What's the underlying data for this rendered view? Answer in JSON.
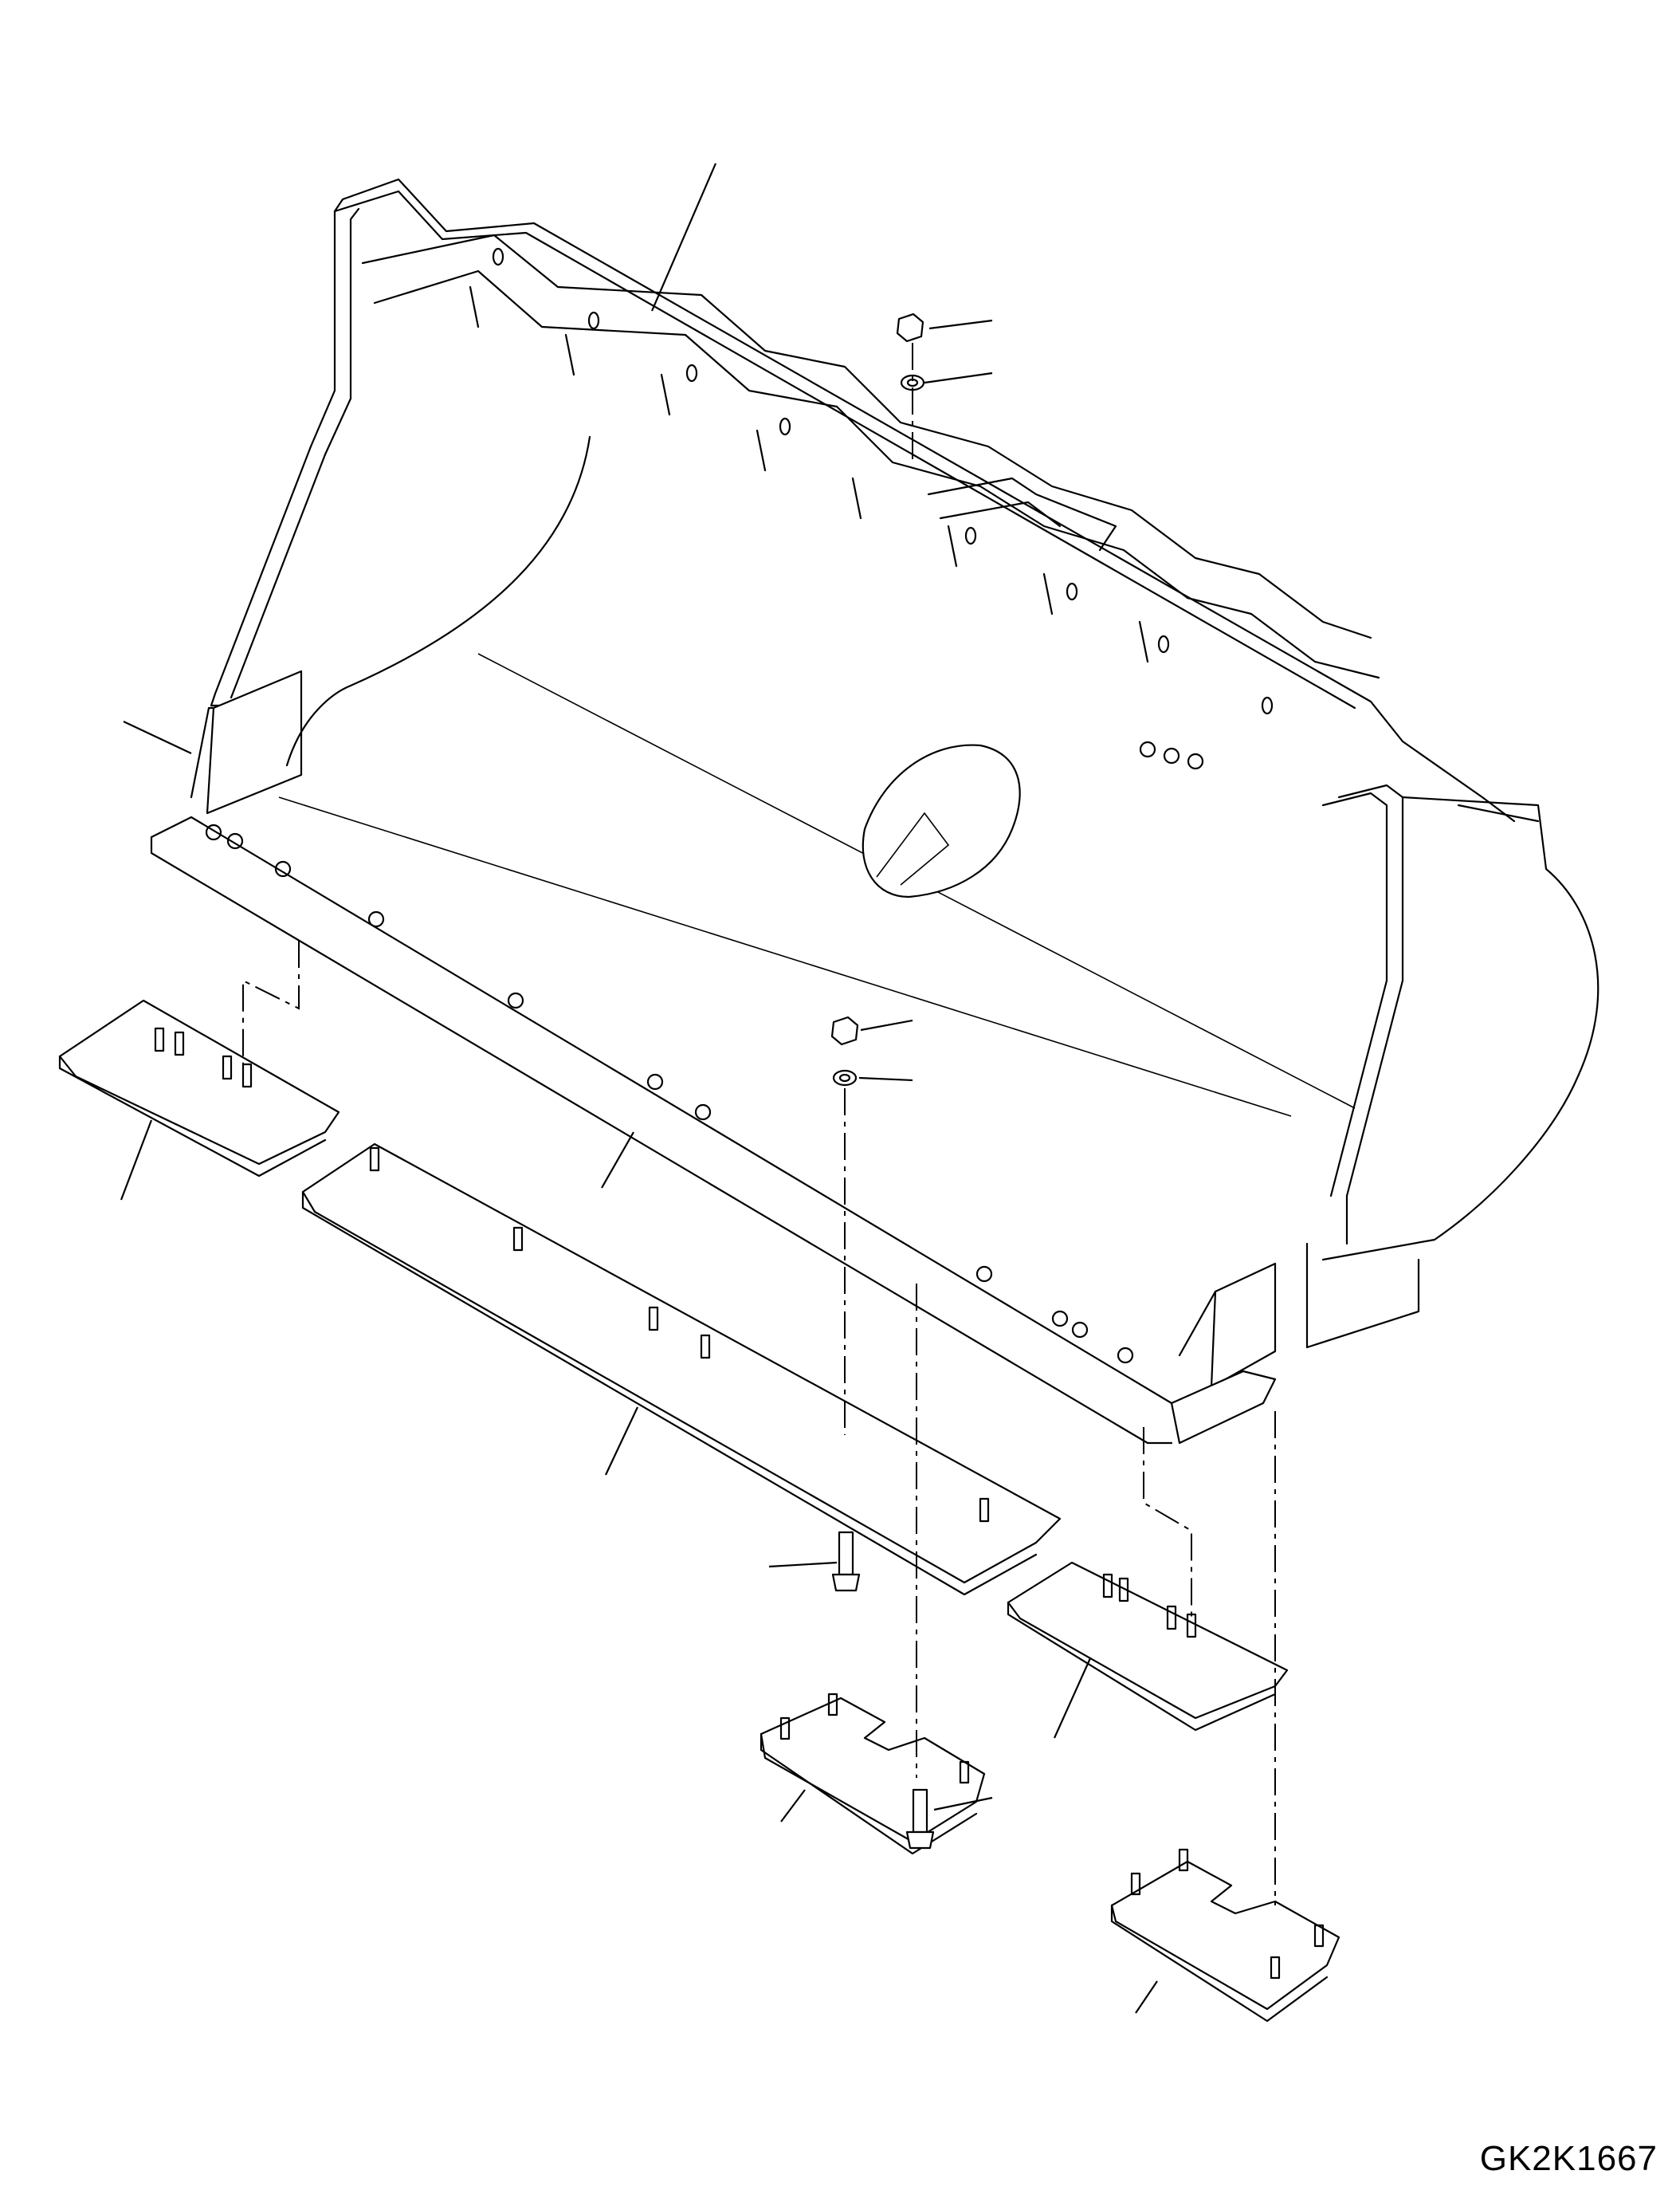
{
  "drawing_code": "GK2K1667",
  "parts": [
    {
      "name": "bucket-body"
    },
    {
      "name": "side-wall-left"
    },
    {
      "name": "cutting-edge-center"
    },
    {
      "name": "end-bit-left"
    },
    {
      "name": "cutting-edge-middle"
    },
    {
      "name": "end-bit-right"
    },
    {
      "name": "bolt"
    },
    {
      "name": "nut"
    },
    {
      "name": "washer"
    },
    {
      "name": "wear-plate-center"
    },
    {
      "name": "wear-plate-right"
    }
  ]
}
